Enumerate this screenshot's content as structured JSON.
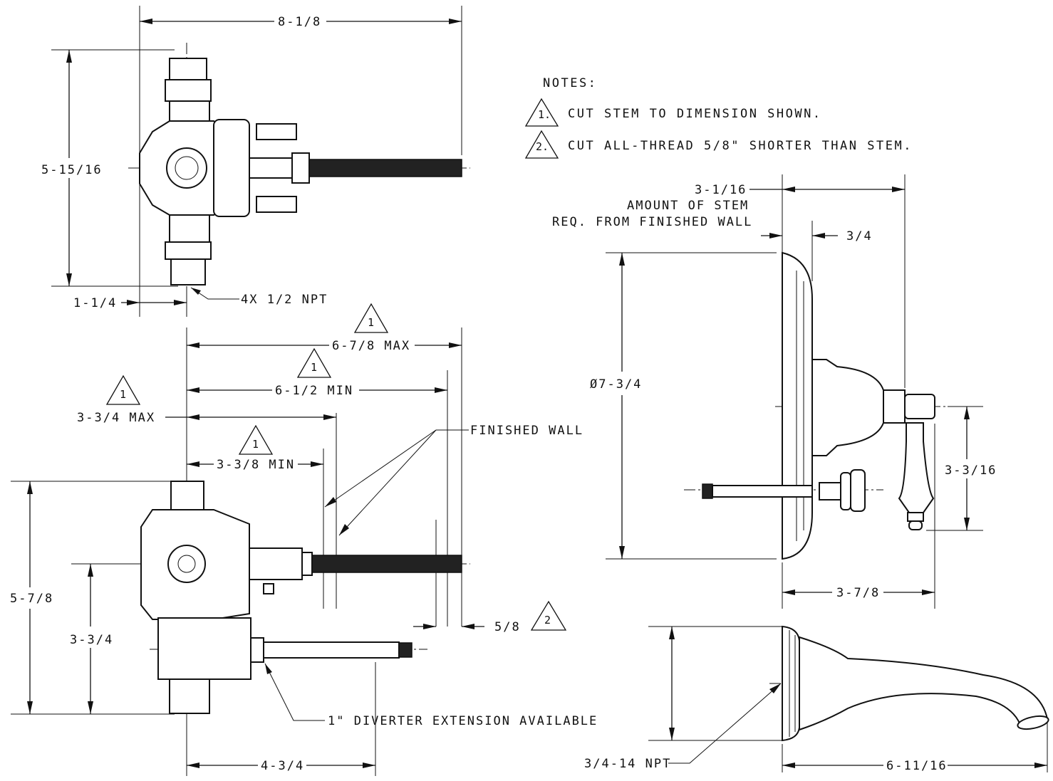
{
  "notes": {
    "title": "NOTES:",
    "note1_num": "1.",
    "note1_text": "CUT STEM TO DIMENSION SHOWN.",
    "note2_num": "2.",
    "note2_text": "CUT ALL-THREAD 5/8\" SHORTER THAN STEM."
  },
  "top_valve": {
    "width": "8-1/8",
    "height": "5-15/16",
    "offset": "1-1/4",
    "ports": "4X 1/2 NPT"
  },
  "side_valve": {
    "max_stem": "6-7/8 MAX",
    "min_stem": "6-1/2 MIN",
    "max_body": "3-3/4 MAX",
    "min_body": "3-3/8 MIN",
    "finished_wall": "FINISHED WALL",
    "height": "5-7/8",
    "center_height": "3-3/4",
    "depth": "4-3/4",
    "thread_cut": "5/8",
    "diverter": "1\" DIVERTER EXTENSION AVAILABLE",
    "tri1": "1",
    "tri2": "2"
  },
  "trim": {
    "stem_amount": "3-1/16",
    "stem_label1": "AMOUNT OF STEM",
    "stem_label2": "REQ. FROM FINISHED WALL",
    "escutcheon_depth": "3/4",
    "diameter": "Ø7-3/4",
    "handle_height": "3-3/16",
    "projection": "3-7/8"
  },
  "spout": {
    "npt": "3/4-14 NPT",
    "length": "6-11/16"
  }
}
